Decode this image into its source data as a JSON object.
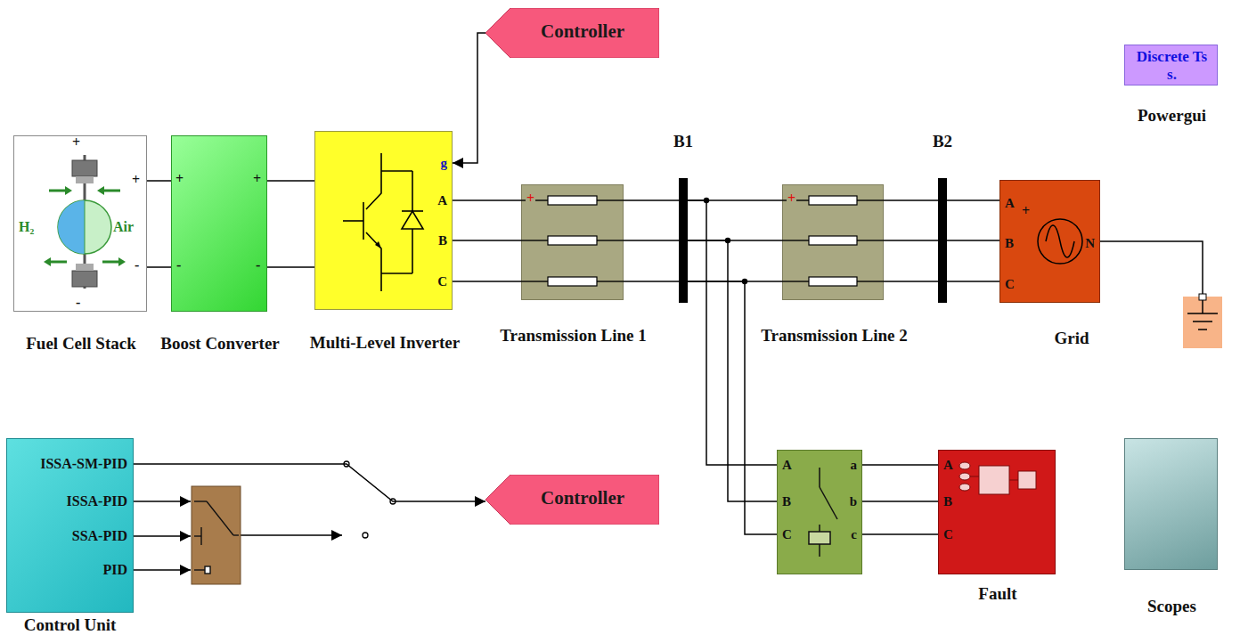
{
  "diagram": {
    "nodes": [
      {
        "text": [
          "Fuel Cell Stack"
        ]
      },
      {
        "text": [
          "Boost Converter"
        ]
      },
      {
        "text": [
          "g",
          "A",
          "B",
          "C",
          "Multi-Level Inverter"
        ]
      },
      {
        "text": [
          "Controller"
        ]
      },
      {
        "text": [
          "Transmission Line 1"
        ]
      },
      {
        "text": [
          "B1"
        ]
      },
      {
        "text": [
          "Transmission Line 2"
        ]
      },
      {
        "text": [
          "B2"
        ]
      },
      {
        "text": [
          "A",
          "B",
          "C",
          "N",
          "Grid"
        ]
      },
      {
        "text": [
          "Discrete Ts s.",
          "Powergui"
        ]
      },
      {
        "text": [
          "ISSA-SM-PID",
          "ISSA-PID",
          "SSA-PID",
          "PID",
          "Control Unit"
        ]
      },
      {
        "text": [
          "Controller"
        ]
      },
      {
        "text": [
          "A",
          "B",
          "C",
          "a",
          "b",
          "c"
        ]
      },
      {
        "text": [
          "A",
          "B",
          "C",
          "Fault"
        ]
      },
      {
        "text": [
          "Scopes"
        ]
      }
    ],
    "edges": [
      {
        "from": 0,
        "to": 1,
        "arrow": "none"
      },
      {
        "from": 1,
        "to": 2,
        "arrow": "none"
      },
      {
        "from": 3,
        "to": 2,
        "arrow": "to"
      },
      {
        "from": 2,
        "to": 4,
        "arrow": "none"
      },
      {
        "from": 4,
        "to": 5,
        "arrow": "none"
      },
      {
        "from": 5,
        "to": 6,
        "arrow": "none"
      },
      {
        "from": 6,
        "to": 7,
        "arrow": "none"
      },
      {
        "from": 7,
        "to": 8,
        "arrow": "none"
      },
      {
        "from": 5,
        "to": 12,
        "arrow": "none"
      },
      {
        "from": 12,
        "to": 13,
        "arrow": "none"
      },
      {
        "from": 10,
        "to": 11,
        "arrow": "to"
      }
    ],
    "labels": [
      "+",
      "+",
      "-",
      "-",
      "H₂",
      "Air",
      "+",
      "-",
      "+",
      "-",
      "+",
      "+",
      "+"
    ]
  }
}
